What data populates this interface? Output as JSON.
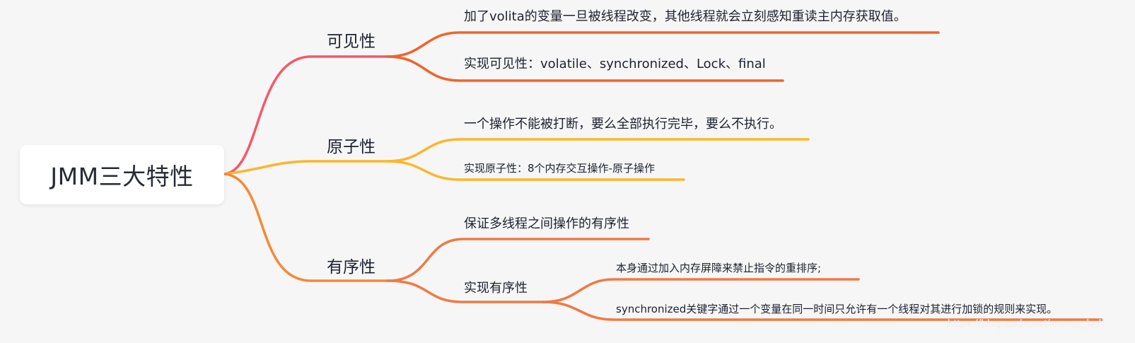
{
  "root": {
    "label": "JMM三大特性"
  },
  "colors": {
    "background": "#f6f6f6",
    "root_box": "#ffffff",
    "visibility_main": "#F25A6B",
    "visibility_child": "#F0642A",
    "atomicity": "#FBB62A",
    "ordering_main": "#F48A35",
    "ordering_child": "#EF7A45"
  },
  "branches": [
    {
      "label": "可见性",
      "children": [
        {
          "label": "加了volita的变量一旦被线程改变，其他线程就会立刻感知重读主内存获取值。"
        },
        {
          "label": "实现可见性：volatile、synchronized、Lock、final"
        }
      ]
    },
    {
      "label": "原子性",
      "children": [
        {
          "label": "一个操作不能被打断，要么全部执行完毕，要么不执行。"
        },
        {
          "label": "实现原子性：8个内存交互操作-原子操作"
        }
      ]
    },
    {
      "label": "有序性",
      "children": [
        {
          "label": "保证多线程之间操作的有序性"
        },
        {
          "label": "实现有序性",
          "children": [
            {
              "label": "本身通过加入内存屏障来禁止指令的重排序;"
            },
            {
              "label": "synchronized关键字通过一个变量在同一时间只允许有一个线程对其进行加锁的规则来实现。"
            }
          ]
        }
      ]
    }
  ],
  "watermark": "https://blog.csdn.net/mumu_huli"
}
